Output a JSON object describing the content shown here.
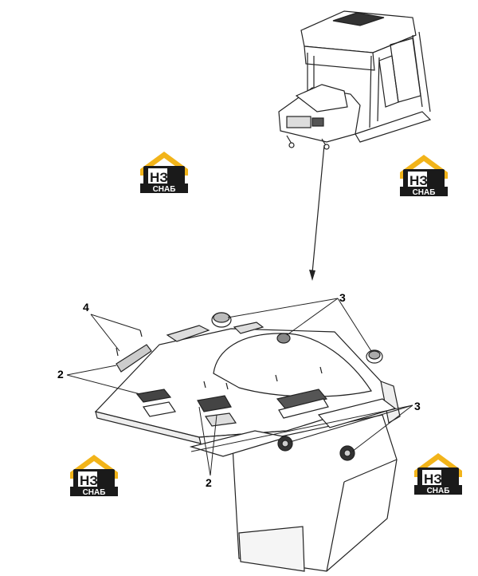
{
  "callouts": {
    "label_4": "4",
    "label_2_left": "2",
    "label_2_bottom": "2",
    "label_3_top": "3",
    "label_3_right": "3"
  },
  "watermark": {
    "brand_letters": "НЗ",
    "brand_word": "СНАБ",
    "colors": {
      "house": "#f2b41a",
      "box": "#1a1a1a",
      "text": "#ffffff"
    }
  },
  "drawing": {
    "line_color": "#222222",
    "fill_color": "#ffffff",
    "shade_color": "#d9d9d9"
  }
}
